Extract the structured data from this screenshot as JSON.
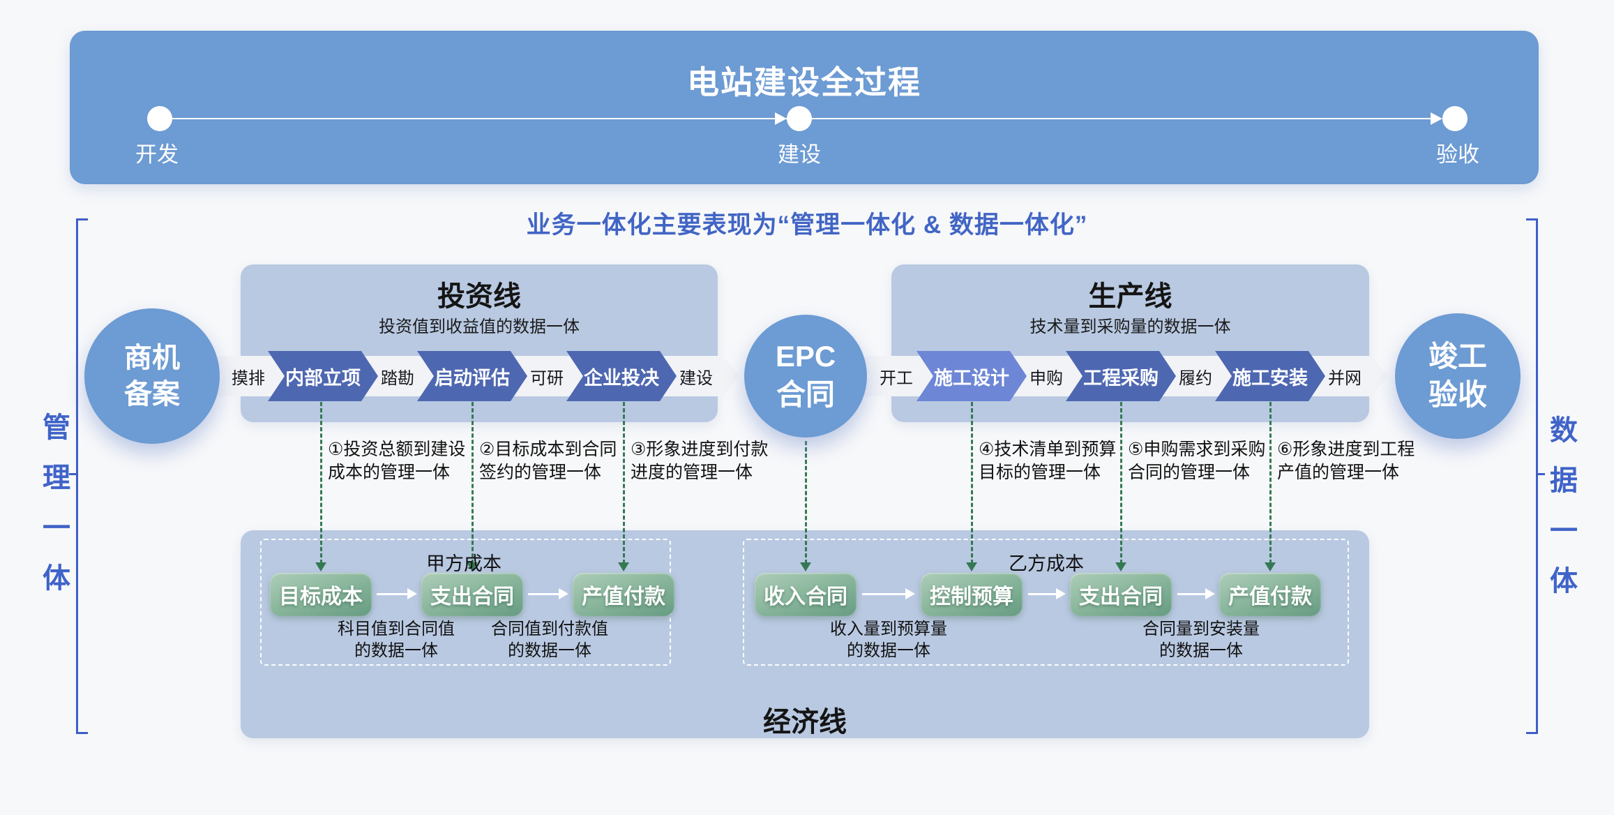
{
  "banner": {
    "title": "电站建设全过程",
    "milestones": [
      {
        "label": "开发"
      },
      {
        "label": "建设"
      },
      {
        "label": "验收"
      }
    ]
  },
  "subtitle": "业务一体化主要表现为“管理一体化 & 数据一体化”",
  "side_labels": {
    "left": "管理一体",
    "right": "数据一体"
  },
  "circles": {
    "opportunity": "商机\n备案",
    "epc": "EPC\n合同",
    "completion": "竣工\n验收"
  },
  "investment_line": {
    "title": "投资线",
    "subtitle": "投资值到收益值的数据一体",
    "steps": [
      {
        "label": "摸排"
      },
      {
        "label": "内部立项"
      },
      {
        "label": "踏勘"
      },
      {
        "label": "启动评估"
      },
      {
        "label": "可研"
      },
      {
        "label": "企业投决"
      },
      {
        "label": "建设"
      }
    ]
  },
  "production_line": {
    "title": "生产线",
    "subtitle": "技术量到采购量的数据一体",
    "steps": [
      {
        "label": "开工"
      },
      {
        "label": "施工设计"
      },
      {
        "label": "申购"
      },
      {
        "label": "工程采购"
      },
      {
        "label": "履约"
      },
      {
        "label": "施工安装"
      },
      {
        "label": "并网"
      }
    ]
  },
  "management_links": [
    "①投资总额到建设\n成本的管理一体",
    "②目标成本到合同\n签约的管理一体",
    "③形象进度到付款\n进度的管理一体",
    "④技术清单到预算\n目标的管理一体",
    "⑤申购需求到采购\n合同的管理一体",
    "⑥形象进度到工程\n产值的管理一体"
  ],
  "economic_line": {
    "title": "经济线",
    "owner_cost": {
      "label": "甲方成本",
      "boxes": [
        "目标成本",
        "支出合同",
        "产值付款"
      ],
      "data_links": [
        "科目值到合同值\n的数据一体",
        "合同值到付款值\n的数据一体"
      ]
    },
    "contractor_cost": {
      "label": "乙方成本",
      "boxes": [
        "收入合同",
        "控制预算",
        "支出合同",
        "产值付款"
      ],
      "data_links": [
        "收入量到预算量\n的数据一体",
        "合同量到安装量\n的数据一体"
      ]
    }
  },
  "colors": {
    "banner_blue": "#6d9bd3",
    "panel_blue": "#b9c9e2",
    "chevron_dark_blue": "#4e67b1",
    "chevron_medium_blue": "#6d86d6",
    "chevron_light": "#f2f3f6",
    "accent_text_blue": "#4165c4",
    "bracket_blue": "#3f5ec6",
    "connector_green": "#357953",
    "economic_box_green_top": "#aecdb8",
    "economic_box_green_bottom": "#669c82",
    "page_background": "#f7f8fa"
  }
}
